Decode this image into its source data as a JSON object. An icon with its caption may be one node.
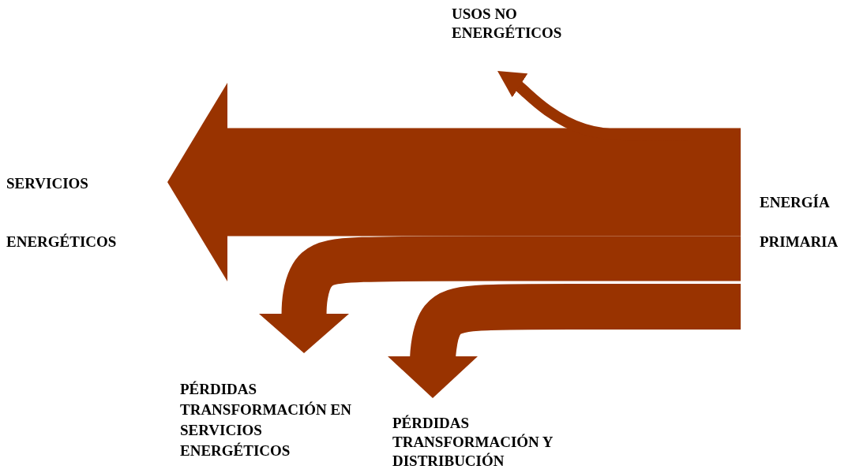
{
  "diagram": {
    "nodes": [
      {
        "text": [
          "ENERGÍA PRIMARIA"
        ]
      },
      {
        "text": [
          "SERVICIOS ENERGÉTICOS"
        ]
      },
      {
        "text": [
          "USOS NO ENERGÉTICOS"
        ]
      },
      {
        "text": [
          "PÉRDIDAS TRANSFORMACIÓN EN SERVICIOS ENERGÉTICOS"
        ]
      },
      {
        "text": [
          "PÉRDIDAS TRANSFORMACIÓN Y DISTRIBUCIÓN"
        ]
      }
    ],
    "edges": [
      {
        "from": 0,
        "to": 1,
        "arrow": "to"
      },
      {
        "from": 0,
        "to": 3,
        "arrow": "to"
      },
      {
        "from": 0,
        "to": 4,
        "arrow": "to"
      },
      {
        "from": 0,
        "to": 2,
        "arrow": "to"
      }
    ]
  }
}
